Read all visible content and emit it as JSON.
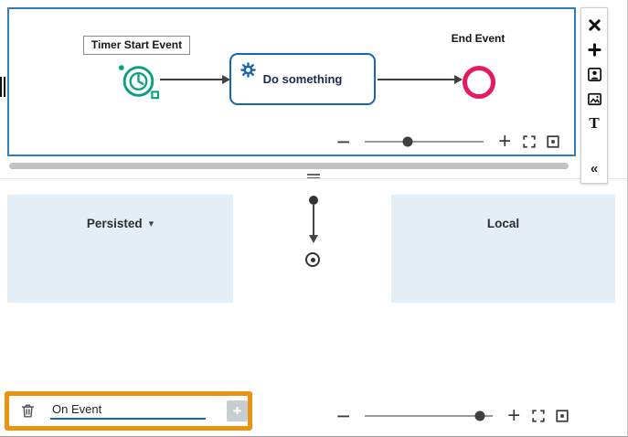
{
  "modeler": {
    "start_event_label": "Timer Start Event",
    "task_label": "Do something",
    "end_event_label": "End Event",
    "zoom": {
      "minus_label": "−",
      "plus_label": "+",
      "level_percent": 36
    }
  },
  "side_toolbar": {
    "icons": [
      {
        "name": "delete"
      },
      {
        "name": "add"
      },
      {
        "name": "portrait"
      },
      {
        "name": "image"
      },
      {
        "name": "text",
        "label": "T"
      },
      {
        "name": "collapse",
        "label": "«"
      }
    ]
  },
  "data_view": {
    "persisted_label": "Persisted",
    "persisted_caret": "▾",
    "local_label": "Local",
    "zoom": {
      "minus_label": "−",
      "plus_label": "+",
      "level_percent": 90
    }
  },
  "event_editor": {
    "value": "On Event",
    "add_button_label": "+"
  },
  "colors": {
    "frame_blue": "#2d7dc3",
    "panel_blue": "#e3eef6",
    "event_green": "#0aa07e",
    "task_border_blue": "#1a63ad",
    "end_event_red": "#e31b5d",
    "highlight_orange": "#e9930e",
    "input_underline_blue": "#1565c0"
  }
}
